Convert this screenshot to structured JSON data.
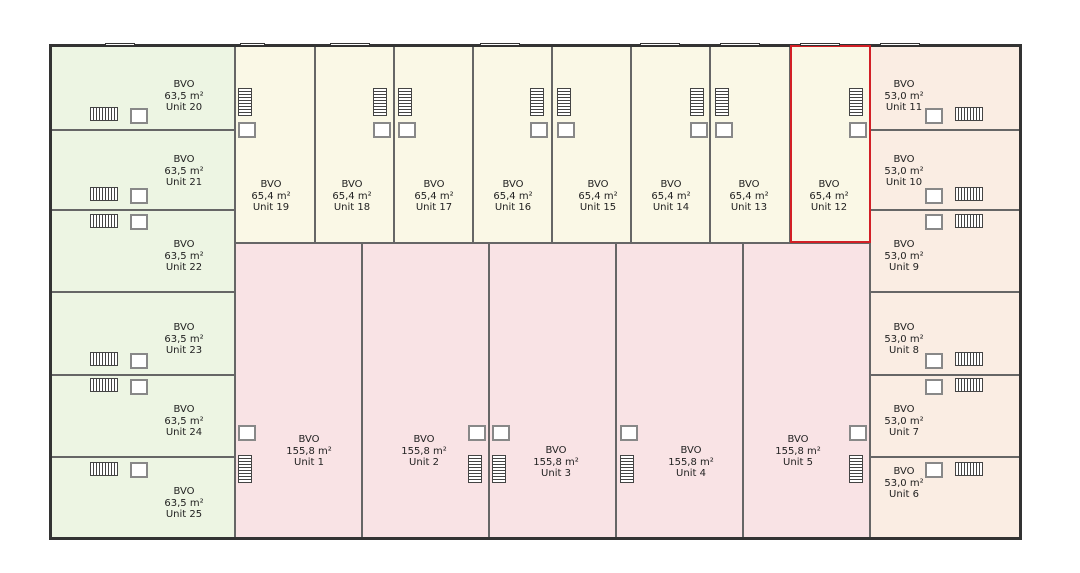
{
  "title": "Floor plan with rental units",
  "colors": {
    "green": "#edf5e3",
    "yellow": "#faf8e6",
    "pink": "#f9e3e5",
    "peach": "#faede3",
    "highlight": "#d21f26"
  },
  "units": [
    {
      "id": "u20",
      "type": "BVO",
      "area": "63,5 m²",
      "name": "Unit 20",
      "group": "green"
    },
    {
      "id": "u21",
      "type": "BVO",
      "area": "63,5 m²",
      "name": "Unit 21",
      "group": "green"
    },
    {
      "id": "u22",
      "type": "BVO",
      "area": "63,5 m²",
      "name": "Unit 22",
      "group": "green"
    },
    {
      "id": "u23",
      "type": "BVO",
      "area": "63,5 m²",
      "name": "Unit 23",
      "group": "green"
    },
    {
      "id": "u24",
      "type": "BVO",
      "area": "63,5 m²",
      "name": "Unit 24",
      "group": "green"
    },
    {
      "id": "u25",
      "type": "BVO",
      "area": "63,5 m²",
      "name": "Unit 25",
      "group": "green"
    },
    {
      "id": "u19",
      "type": "BVO",
      "area": "65,4 m²",
      "name": "Unit 19",
      "group": "yellow"
    },
    {
      "id": "u18",
      "type": "BVO",
      "area": "65,4 m²",
      "name": "Unit 18",
      "group": "yellow"
    },
    {
      "id": "u17",
      "type": "BVO",
      "area": "65,4 m²",
      "name": "Unit 17",
      "group": "yellow"
    },
    {
      "id": "u16",
      "type": "BVO",
      "area": "65,4 m²",
      "name": "Unit 16",
      "group": "yellow"
    },
    {
      "id": "u15",
      "type": "BVO",
      "area": "65,4 m²",
      "name": "Unit 15",
      "group": "yellow"
    },
    {
      "id": "u14",
      "type": "BVO",
      "area": "65,4 m²",
      "name": "Unit 14",
      "group": "yellow"
    },
    {
      "id": "u13",
      "type": "BVO",
      "area": "65,4 m²",
      "name": "Unit 13",
      "group": "yellow"
    },
    {
      "id": "u12",
      "type": "BVO",
      "area": "65,4 m²",
      "name": "Unit 12",
      "group": "yellow",
      "selected": true
    },
    {
      "id": "u1",
      "type": "BVO",
      "area": "155,8 m²",
      "name": "Unit 1",
      "group": "pink"
    },
    {
      "id": "u2",
      "type": "BVO",
      "area": "155,8 m²",
      "name": "Unit 2",
      "group": "pink"
    },
    {
      "id": "u3",
      "type": "BVO",
      "area": "155,8 m²",
      "name": "Unit 3",
      "group": "pink"
    },
    {
      "id": "u4",
      "type": "BVO",
      "area": "155,8 m²",
      "name": "Unit 4",
      "group": "pink"
    },
    {
      "id": "u5",
      "type": "BVO",
      "area": "155,8 m²",
      "name": "Unit 5",
      "group": "pink"
    },
    {
      "id": "u11",
      "type": "BVO",
      "area": "53,0 m²",
      "name": "Unit 11",
      "group": "peach"
    },
    {
      "id": "u10",
      "type": "BVO",
      "area": "53,0 m²",
      "name": "Unit 10",
      "group": "peach"
    },
    {
      "id": "u9",
      "type": "BVO",
      "area": "53,0 m²",
      "name": "Unit 9",
      "group": "peach"
    },
    {
      "id": "u8",
      "type": "BVO",
      "area": "53,0 m²",
      "name": "Unit 8",
      "group": "peach"
    },
    {
      "id": "u7",
      "type": "BVO",
      "area": "53,0 m²",
      "name": "Unit 7",
      "group": "peach"
    },
    {
      "id": "u6",
      "type": "BVO",
      "area": "53,0 m²",
      "name": "Unit 6",
      "group": "peach"
    }
  ]
}
